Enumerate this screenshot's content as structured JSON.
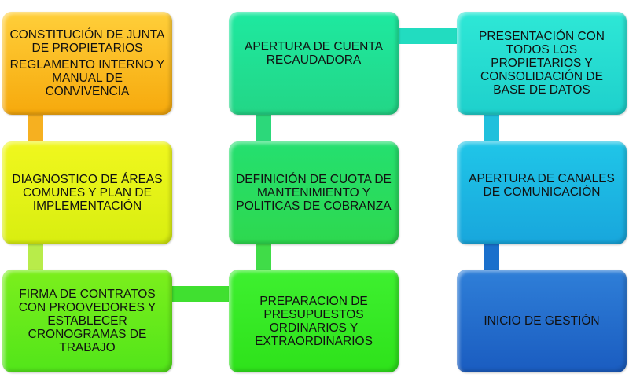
{
  "colors": {
    "orange": "#f6b020",
    "yellow": "#e4f318",
    "green": "#52e51a",
    "teal": "#22dc90",
    "cyan": "#22d8d0",
    "sky": "#1cb0e0",
    "blue": "#2268c8"
  },
  "steps": [
    {
      "lines": [
        "CONSTITUCIÓN  DE JUNTA DE PROPIETARIOS",
        "REGLAMENTO INTERNO Y MANUAL DE CONVIVENCIA"
      ]
    },
    {
      "lines": [
        "DIAGNOSTICO  DE ÁREAS COMUNES Y PLAN DE IMPLEMENTACIÓN"
      ]
    },
    {
      "lines": [
        "FIRMA DE CONTRATOS CON PROOVEDORES Y ESTABLECER CRONOGRAMAS DE TRABAJO"
      ]
    },
    {
      "lines": [
        "PREPARACION DE PRESUPUESTOS ORDINARIOS Y EXTRAORDINARIOS"
      ]
    },
    {
      "lines": [
        "DEFINICIÓN  DE CUOTA DE MANTENIMIENTO Y POLITICAS DE COBRANZA"
      ]
    },
    {
      "lines": [
        "APERTURA DE CUENTA RECAUDADORA"
      ]
    },
    {
      "lines": [
        "PRESENTACIÓN CON TODOS LOS PROPIETARIOS Y CONSOLIDACIÓN DE BASE DE DATOS"
      ]
    },
    {
      "lines": [
        "APERTURA DE CANALES DE COMUNICACIÓN"
      ]
    },
    {
      "lines": [
        "INICIO  DE GESTIÓN"
      ]
    }
  ]
}
